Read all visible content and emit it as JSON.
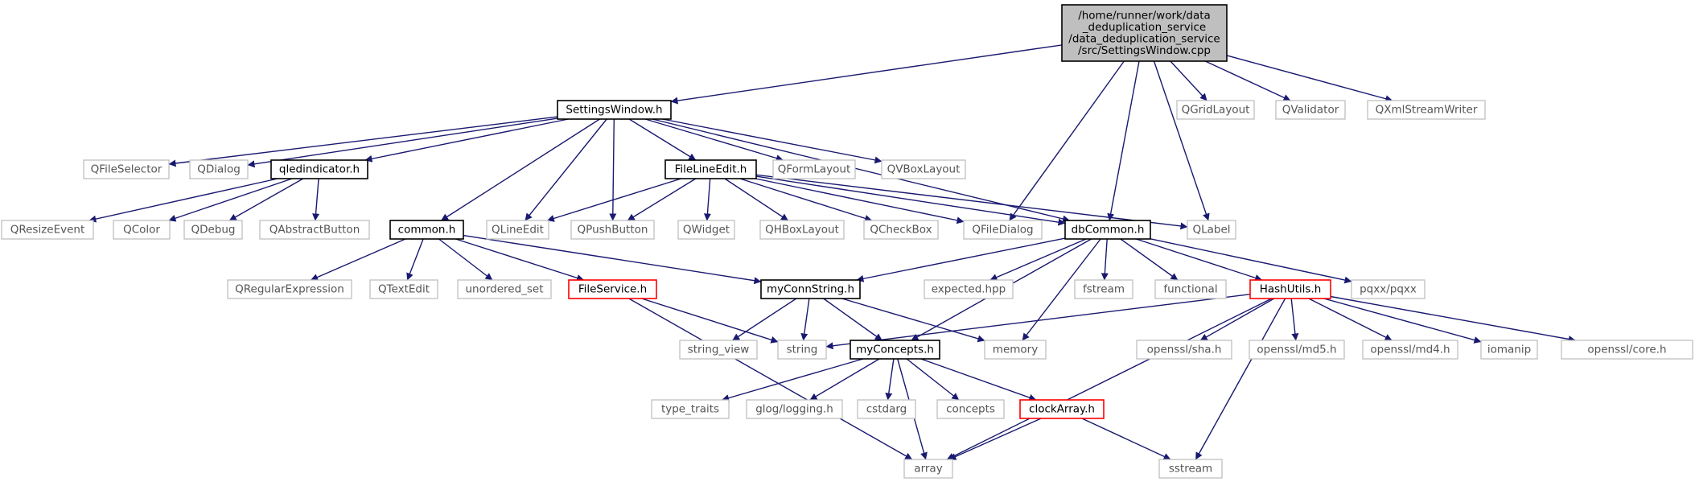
{
  "colors": {
    "edge": "#191970",
    "root_fill": "#bfbfbf",
    "border_black": "#000000",
    "border_red": "#ff0000",
    "border_grey": "#bfbfbf"
  },
  "nodes": [
    {
      "id": "root",
      "lines": [
        "/home/runner/work/data",
        "_deduplication_service",
        "/data_deduplication_service",
        "/src/SettingsWindow.cpp"
      ],
      "style": "root"
    },
    {
      "id": "settingswindow_h",
      "lines": [
        "SettingsWindow.h"
      ],
      "style": "black"
    },
    {
      "id": "qgridlayout",
      "lines": [
        "QGridLayout"
      ],
      "style": "grey"
    },
    {
      "id": "qvalidator",
      "lines": [
        "QValidator"
      ],
      "style": "grey"
    },
    {
      "id": "qxmlstreamwriter",
      "lines": [
        "QXmlStreamWriter"
      ],
      "style": "grey"
    },
    {
      "id": "qfileselector",
      "lines": [
        "QFileSelector"
      ],
      "style": "grey"
    },
    {
      "id": "qdialog",
      "lines": [
        "QDialog"
      ],
      "style": "grey"
    },
    {
      "id": "qledindicator_h",
      "lines": [
        "qledindicator.h"
      ],
      "style": "black"
    },
    {
      "id": "filelineedit_h",
      "lines": [
        "FileLineEdit.h"
      ],
      "style": "black"
    },
    {
      "id": "qformlayout",
      "lines": [
        "QFormLayout"
      ],
      "style": "grey"
    },
    {
      "id": "qvboxlayout",
      "lines": [
        "QVBoxLayout"
      ],
      "style": "grey"
    },
    {
      "id": "qresizeevent",
      "lines": [
        "QResizeEvent"
      ],
      "style": "grey"
    },
    {
      "id": "qcolor",
      "lines": [
        "QColor"
      ],
      "style": "grey"
    },
    {
      "id": "qdebug",
      "lines": [
        "QDebug"
      ],
      "style": "grey"
    },
    {
      "id": "qabstractbutton",
      "lines": [
        "QAbstractButton"
      ],
      "style": "grey"
    },
    {
      "id": "common_h",
      "lines": [
        "common.h"
      ],
      "style": "black"
    },
    {
      "id": "qlineedit",
      "lines": [
        "QLineEdit"
      ],
      "style": "grey"
    },
    {
      "id": "qpushbutton",
      "lines": [
        "QPushButton"
      ],
      "style": "grey"
    },
    {
      "id": "qwidget",
      "lines": [
        "QWidget"
      ],
      "style": "grey"
    },
    {
      "id": "qhboxlayout",
      "lines": [
        "QHBoxLayout"
      ],
      "style": "grey"
    },
    {
      "id": "qcheckbox",
      "lines": [
        "QCheckBox"
      ],
      "style": "grey"
    },
    {
      "id": "qfiledialog",
      "lines": [
        "QFileDialog"
      ],
      "style": "grey"
    },
    {
      "id": "dbcommon_h",
      "lines": [
        "dbCommon.h"
      ],
      "style": "black"
    },
    {
      "id": "qlabel",
      "lines": [
        "QLabel"
      ],
      "style": "grey"
    },
    {
      "id": "qregularexpression",
      "lines": [
        "QRegularExpression"
      ],
      "style": "grey"
    },
    {
      "id": "qtextedit",
      "lines": [
        "QTextEdit"
      ],
      "style": "grey"
    },
    {
      "id": "unordered_set",
      "lines": [
        "unordered_set"
      ],
      "style": "grey"
    },
    {
      "id": "fileservice_h",
      "lines": [
        "FileService.h"
      ],
      "style": "red"
    },
    {
      "id": "myconnstring_h",
      "lines": [
        "myConnString.h"
      ],
      "style": "black"
    },
    {
      "id": "expected_hpp",
      "lines": [
        "expected.hpp"
      ],
      "style": "grey"
    },
    {
      "id": "fstream",
      "lines": [
        "fstream"
      ],
      "style": "grey"
    },
    {
      "id": "functional",
      "lines": [
        "functional"
      ],
      "style": "grey"
    },
    {
      "id": "hashutils_h",
      "lines": [
        "HashUtils.h"
      ],
      "style": "red"
    },
    {
      "id": "pqxx",
      "lines": [
        "pqxx/pqxx"
      ],
      "style": "grey"
    },
    {
      "id": "string_view",
      "lines": [
        "string_view"
      ],
      "style": "grey"
    },
    {
      "id": "string",
      "lines": [
        "string"
      ],
      "style": "grey"
    },
    {
      "id": "myconcepts_h",
      "lines": [
        "myConcepts.h"
      ],
      "style": "black"
    },
    {
      "id": "memory",
      "lines": [
        "memory"
      ],
      "style": "grey"
    },
    {
      "id": "openssl_sha",
      "lines": [
        "openssl/sha.h"
      ],
      "style": "grey"
    },
    {
      "id": "openssl_md5",
      "lines": [
        "openssl/md5.h"
      ],
      "style": "grey"
    },
    {
      "id": "openssl_md4",
      "lines": [
        "openssl/md4.h"
      ],
      "style": "grey"
    },
    {
      "id": "iomanip",
      "lines": [
        "iomanip"
      ],
      "style": "grey"
    },
    {
      "id": "openssl_core",
      "lines": [
        "openssl/core.h"
      ],
      "style": "grey"
    },
    {
      "id": "type_traits",
      "lines": [
        "type_traits"
      ],
      "style": "grey"
    },
    {
      "id": "glog_logging",
      "lines": [
        "glog/logging.h"
      ],
      "style": "grey"
    },
    {
      "id": "cstdarg",
      "lines": [
        "cstdarg"
      ],
      "style": "grey"
    },
    {
      "id": "concepts",
      "lines": [
        "concepts"
      ],
      "style": "grey"
    },
    {
      "id": "clockarray_h",
      "lines": [
        "clockArray.h"
      ],
      "style": "red"
    },
    {
      "id": "array",
      "lines": [
        "array"
      ],
      "style": "grey"
    },
    {
      "id": "sstream",
      "lines": [
        "sstream"
      ],
      "style": "grey"
    }
  ],
  "edges": [
    [
      "root",
      "settingswindow_h"
    ],
    [
      "root",
      "qgridlayout"
    ],
    [
      "root",
      "qvalidator"
    ],
    [
      "root",
      "qxmlstreamwriter"
    ],
    [
      "root",
      "qfiledialog"
    ],
    [
      "root",
      "dbcommon_h"
    ],
    [
      "root",
      "qlabel"
    ],
    [
      "settingswindow_h",
      "qfileselector"
    ],
    [
      "settingswindow_h",
      "qdialog"
    ],
    [
      "settingswindow_h",
      "qledindicator_h"
    ],
    [
      "settingswindow_h",
      "filelineedit_h"
    ],
    [
      "settingswindow_h",
      "qformlayout"
    ],
    [
      "settingswindow_h",
      "qvboxlayout"
    ],
    [
      "settingswindow_h",
      "common_h"
    ],
    [
      "settingswindow_h",
      "qlineedit"
    ],
    [
      "settingswindow_h",
      "qpushbutton"
    ],
    [
      "settingswindow_h",
      "dbcommon_h"
    ],
    [
      "qledindicator_h",
      "qresizeevent"
    ],
    [
      "qledindicator_h",
      "qcolor"
    ],
    [
      "qledindicator_h",
      "qdebug"
    ],
    [
      "qledindicator_h",
      "qabstractbutton"
    ],
    [
      "filelineedit_h",
      "qlineedit"
    ],
    [
      "filelineedit_h",
      "qpushbutton"
    ],
    [
      "filelineedit_h",
      "qwidget"
    ],
    [
      "filelineedit_h",
      "qhboxlayout"
    ],
    [
      "filelineedit_h",
      "qcheckbox"
    ],
    [
      "filelineedit_h",
      "qfiledialog"
    ],
    [
      "filelineedit_h",
      "dbcommon_h"
    ],
    [
      "filelineedit_h",
      "qlabel"
    ],
    [
      "common_h",
      "qregularexpression"
    ],
    [
      "common_h",
      "qtextedit"
    ],
    [
      "common_h",
      "unordered_set"
    ],
    [
      "common_h",
      "fileservice_h"
    ],
    [
      "common_h",
      "myconnstring_h"
    ],
    [
      "fileservice_h",
      "string"
    ],
    [
      "fileservice_h",
      "array"
    ],
    [
      "dbcommon_h",
      "myconnstring_h"
    ],
    [
      "dbcommon_h",
      "myconcepts_h"
    ],
    [
      "dbcommon_h",
      "expected_hpp"
    ],
    [
      "dbcommon_h",
      "fstream"
    ],
    [
      "dbcommon_h",
      "functional"
    ],
    [
      "dbcommon_h",
      "hashutils_h"
    ],
    [
      "dbcommon_h",
      "pqxx"
    ],
    [
      "dbcommon_h",
      "memory"
    ],
    [
      "myconnstring_h",
      "string_view"
    ],
    [
      "myconnstring_h",
      "string"
    ],
    [
      "myconnstring_h",
      "myconcepts_h"
    ],
    [
      "myconnstring_h",
      "memory"
    ],
    [
      "hashutils_h",
      "string"
    ],
    [
      "hashutils_h",
      "openssl_sha"
    ],
    [
      "hashutils_h",
      "openssl_md5"
    ],
    [
      "hashutils_h",
      "openssl_md4"
    ],
    [
      "hashutils_h",
      "iomanip"
    ],
    [
      "hashutils_h",
      "openssl_core"
    ],
    [
      "hashutils_h",
      "array"
    ],
    [
      "hashutils_h",
      "sstream"
    ],
    [
      "myconcepts_h",
      "type_traits"
    ],
    [
      "myconcepts_h",
      "glog_logging"
    ],
    [
      "myconcepts_h",
      "cstdarg"
    ],
    [
      "myconcepts_h",
      "concepts"
    ],
    [
      "myconcepts_h",
      "clockarray_h"
    ],
    [
      "myconcepts_h",
      "array"
    ],
    [
      "clockarray_h",
      "array"
    ],
    [
      "clockarray_h",
      "sstream"
    ]
  ]
}
